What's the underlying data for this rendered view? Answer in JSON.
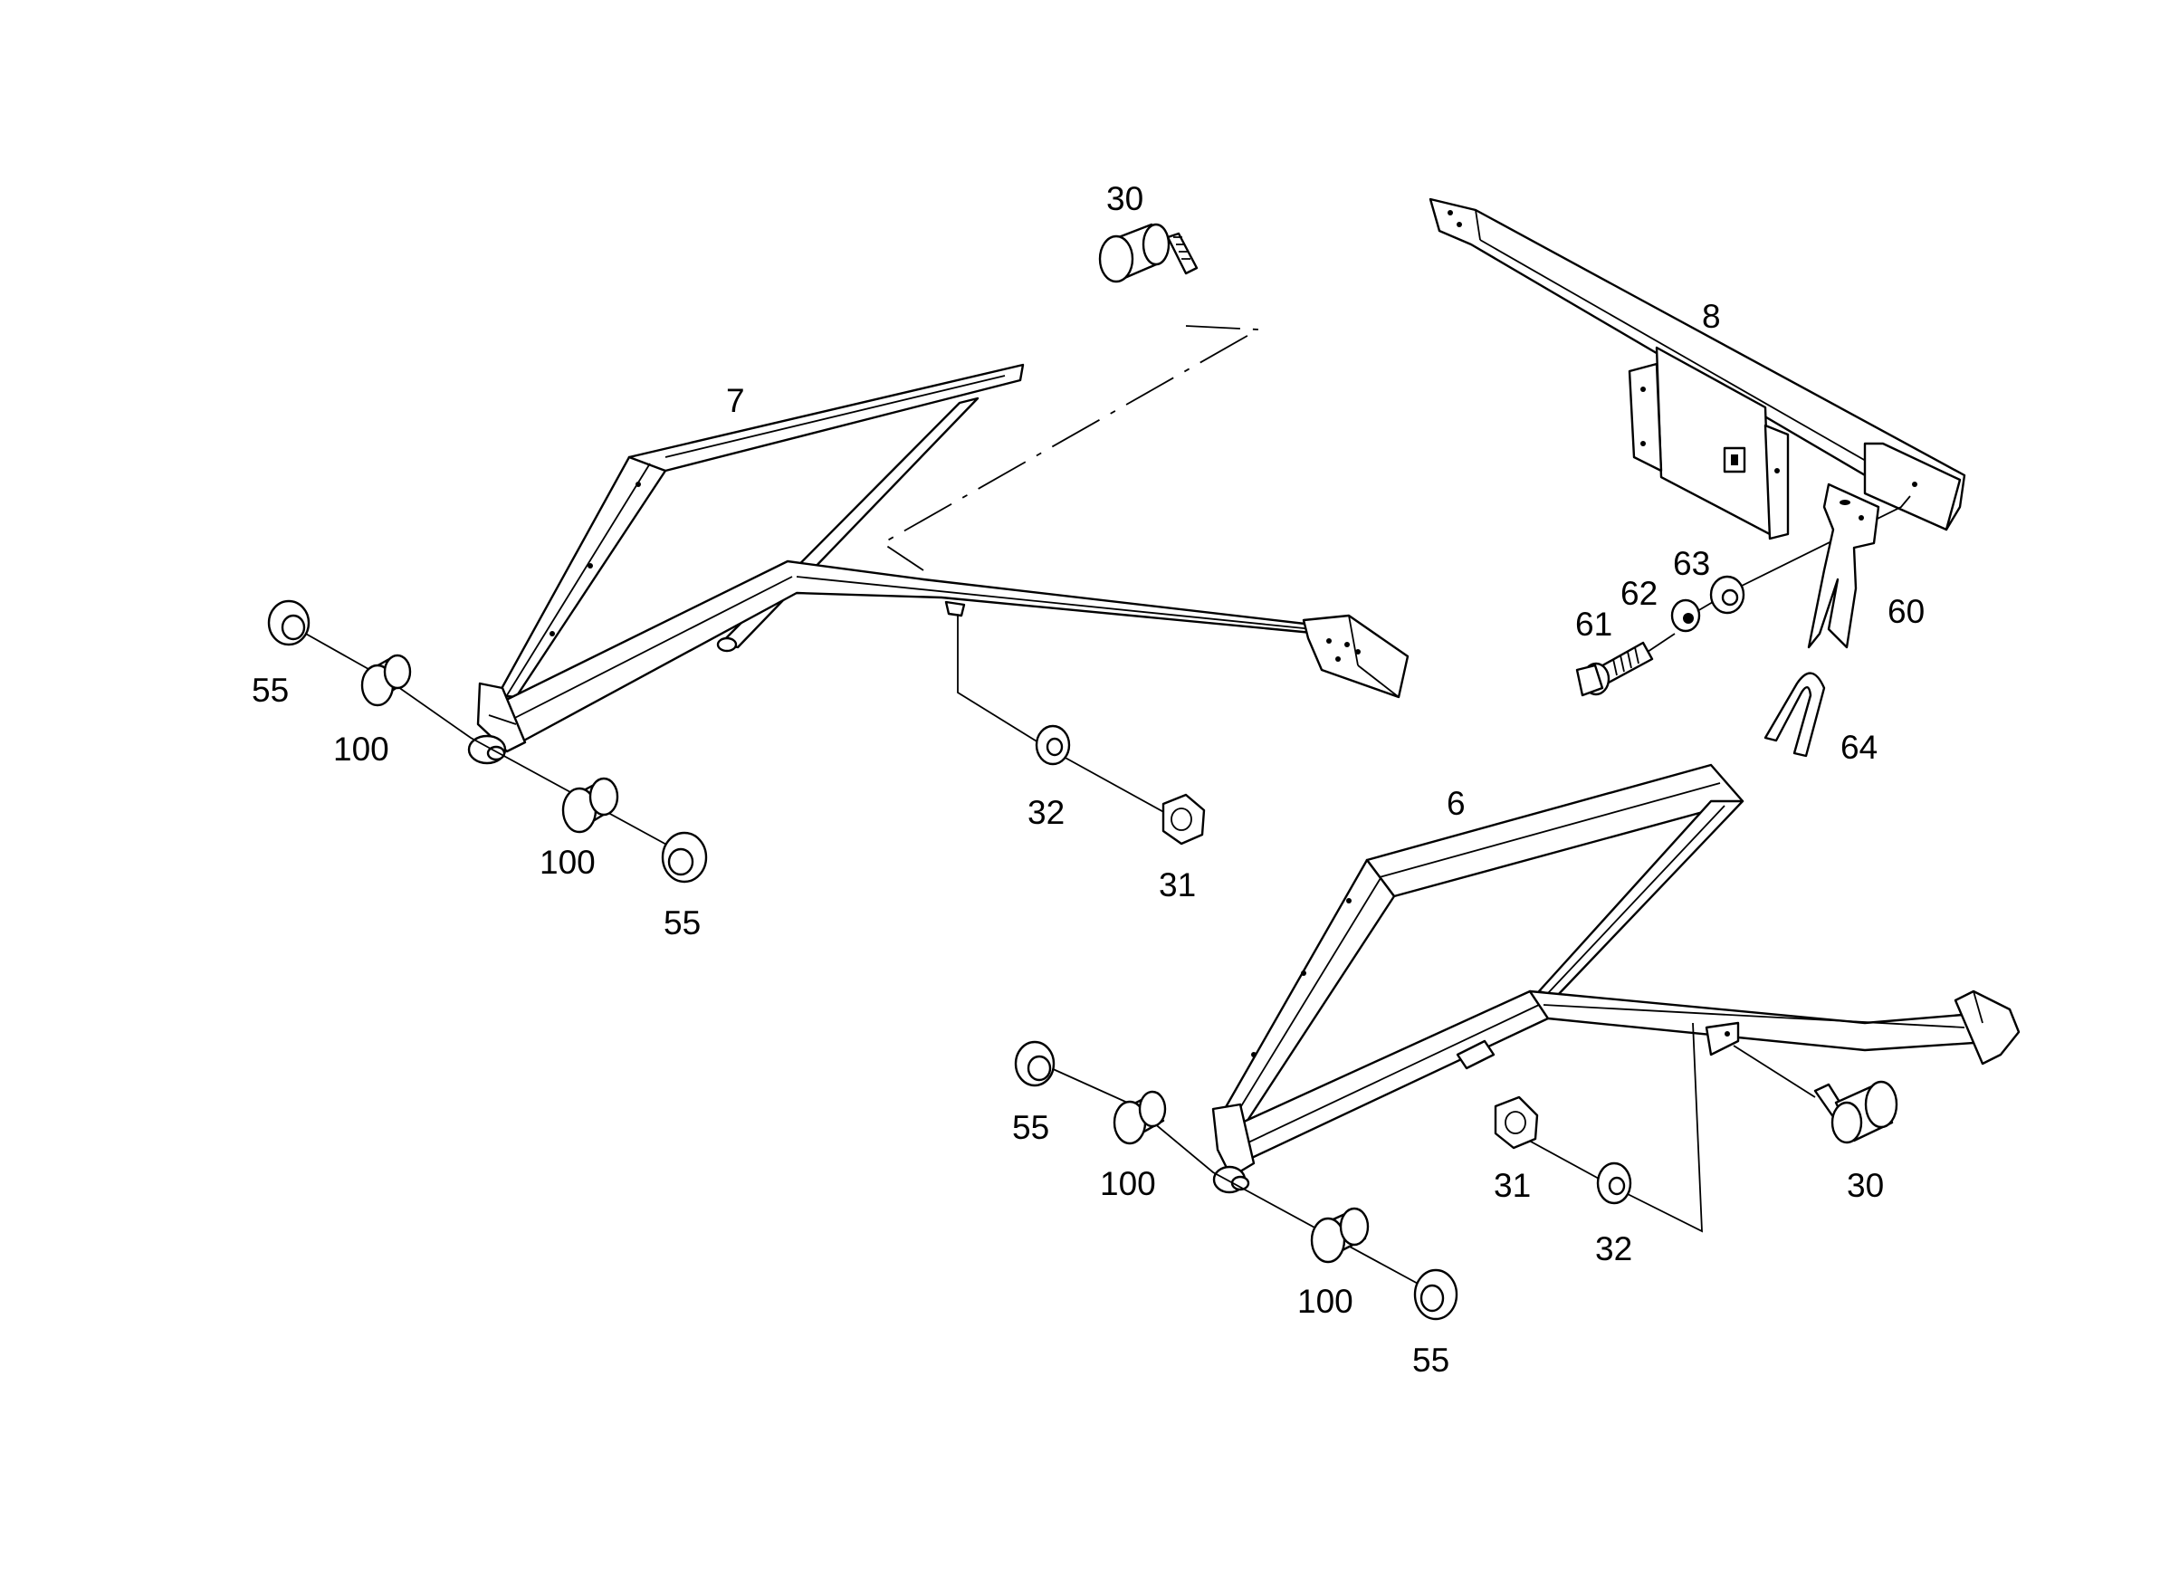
{
  "labels": {
    "p30_top": "30",
    "p7": "7",
    "p8": "8",
    "p55_left_a": "55",
    "p100_left_a": "100",
    "p100_left_b": "100",
    "p55_left_b": "55",
    "p32_left": "32",
    "p31_left": "31",
    "p63": "63",
    "p62": "62",
    "p61": "61",
    "p60": "60",
    "p64": "64",
    "p6": "6",
    "p55_right_a": "55",
    "p100_right_a": "100",
    "p31_right": "31",
    "p30_right": "30",
    "p32_right": "32",
    "p100_right_b": "100",
    "p55_right_b": "55"
  }
}
